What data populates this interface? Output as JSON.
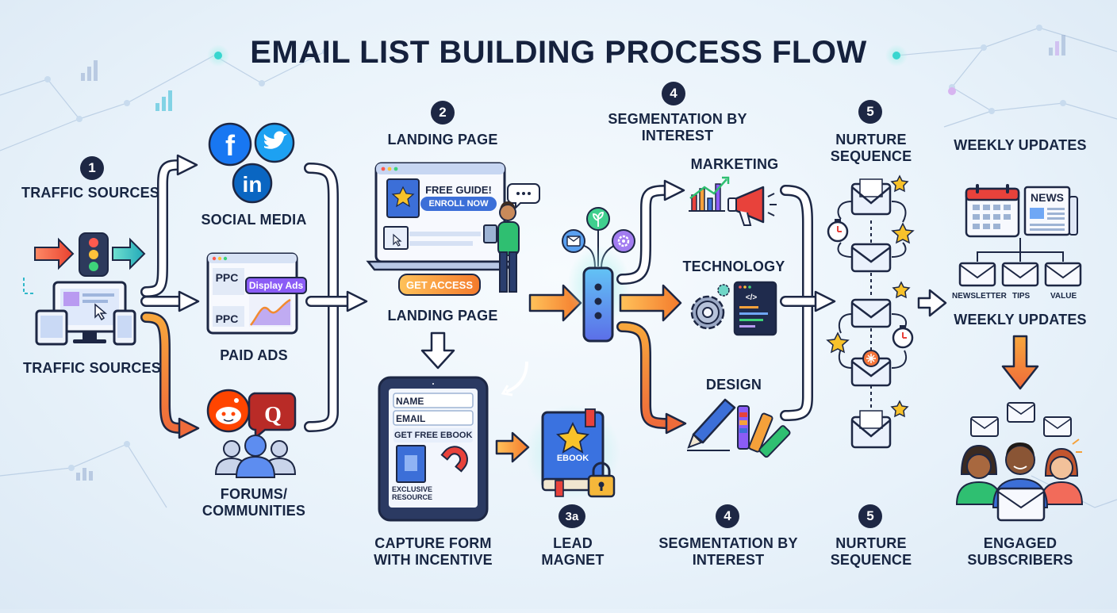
{
  "title": "EMAIL LIST BUILDING PROCESS FLOW",
  "steps": {
    "s1": {
      "badge": "1",
      "top_label": "TRAFFIC SOURCES",
      "bottom_label": "TRAFFIC SOURCES"
    },
    "s2": {
      "badge": "2",
      "top_label": "LANDING PAGE",
      "bottom_label": "LANDING PAGE"
    },
    "s3a": {
      "badge": "3a",
      "label": "LEAD MAGNET"
    },
    "capture": {
      "label": "CAPTURE FORM WITH INCENTIVE"
    },
    "s4": {
      "badge": "4",
      "top_label": "SEGMENTATION BY INTEREST",
      "bottom_label": "SEGMENTATION BY INTEREST"
    },
    "s5": {
      "badge": "5",
      "top_label": "NURTURE SEQUENCE",
      "bottom_label": "NURTURE SEQUENCE"
    }
  },
  "sources": {
    "social": "SOCIAL MEDIA",
    "paid": "PAID ADS",
    "forums": "FORUMS/ COMMUNITIES",
    "ppc": "PPC",
    "display_ads": "Display Ads"
  },
  "landing": {
    "free_guide": "FREE GUIDE!",
    "enroll": "ENROLL NOW",
    "get_access": "GET ACCESS"
  },
  "form": {
    "name": "NAME",
    "email": "EMAIL",
    "get_free_ebook": "GET FREE EBOOK",
    "exclusive": "EXCLUSIVE RESOURCE"
  },
  "ebook": "EBOOK",
  "segments": {
    "marketing": "MARKETING",
    "technology": "TECHNOLOGY",
    "design": "DESIGN",
    "code": "</>"
  },
  "weekly": {
    "top_label": "WEEKLY UPDATES",
    "bottom_label": "WEEKLY UPDATES",
    "news": "NEWS",
    "newsletter": "NEWSLETTER",
    "tips": "TIPS",
    "value": "VALUE"
  },
  "engaged": "ENGAGED SUBSCRIBERS",
  "brand_letters": {
    "facebook": "f",
    "linkedin": "in",
    "quora": "Q"
  },
  "colors": {
    "navy": "#1d2744",
    "facebook": "#1877f2",
    "twitter": "#1da1f2",
    "linkedin": "#0a66c2",
    "reddit": "#ff4500",
    "quora": "#b92b27",
    "orange": "#f5a13a",
    "teal": "#2ec4b6",
    "purple": "#8b5cf6",
    "star": "#f8c22a"
  }
}
